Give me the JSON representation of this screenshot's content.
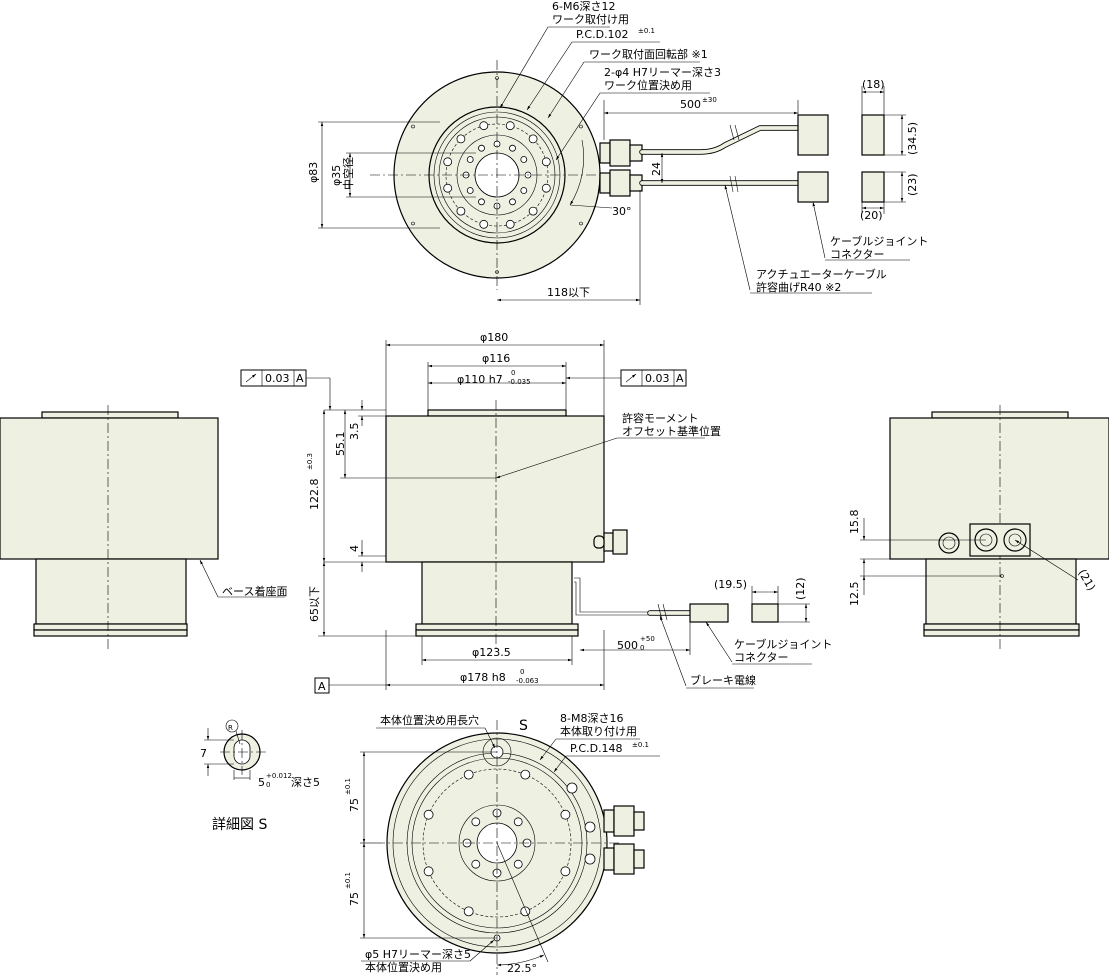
{
  "labels": {
    "top": {
      "m6": "6-M6深さ12",
      "m6_use": "ワーク取付け用",
      "pcd102": "P.C.D.102",
      "pcd102_tol": "±0.1",
      "rotating": "ワーク取付面回転部 ※1",
      "reamer4": "2-φ4 H7リーマー深さ3",
      "reamer4_use": "ワーク位置決め用",
      "cable500": "500",
      "cable500_tol": "±30",
      "d83": "φ83",
      "d35": "φ35",
      "hollow": "中空径",
      "dim24": "24",
      "angle30": "30°",
      "w18": "(18)",
      "h345": "(34.5)",
      "h23": "(23)",
      "w20": "(20)",
      "joint_connector_1": "ケーブルジョイント",
      "joint_connector_2": "コネクター",
      "actuator_cable_1": "アクチュエーターケーブル",
      "actuator_cable_2": "許容曲げR40 ※2",
      "len118": "118以下"
    },
    "front": {
      "d180": "φ180",
      "d116": "φ116",
      "d110": "φ110 h7",
      "d110_up": "0",
      "d110_lo": "-0.035",
      "tol_left_val": "0.03",
      "tol_left_ref": "A",
      "tol_right_val": "0.03",
      "tol_right_ref": "A",
      "moment_1": "許容モーメント",
      "moment_2": "オフセット基準位置",
      "dim35": "3.5",
      "dim551": "55.1",
      "dim1228": "122.8",
      "dim1228_tol": "±0.3",
      "dim4": "4",
      "dim65": "65以下",
      "base_face": "ベース着座面",
      "d1235": "φ123.5",
      "d178": "φ178 h8",
      "d178_up": "0",
      "d178_lo": "-0.063",
      "datum_a": "A",
      "brake500": "500",
      "brake500_up": "+50",
      "brake500_lo": "0",
      "w195": "(19.5)",
      "h12": "(12)",
      "joint_connector_1": "ケーブルジョイント",
      "joint_connector_2": "コネクター",
      "brake_wire": "ブレーキ電線"
    },
    "side": {
      "dim158": "15.8",
      "dim125": "12.5",
      "dim21": "(21)"
    },
    "bottom": {
      "slot": "本体位置決め用長穴",
      "s_mark": "S",
      "m8": "8-M8深さ16",
      "m8_use": "本体取り付け用",
      "pcd148": "P.C.D.148",
      "pcd148_tol": "±0.1",
      "dim75_a": "75",
      "dim75_a_tol": "±0.1",
      "dim75_b": "75",
      "dim75_b_tol": "±0.1",
      "reamer5": "φ5 H7リーマー深さ5",
      "reamer5_use": "本体位置決め用",
      "angle225": "22.5°"
    },
    "detail": {
      "r_mark": "R",
      "dim7": "7",
      "dim5": "5",
      "dim5_up": "+0.012",
      "dim5_lo": "0",
      "depth5": "深さ5",
      "title": "詳細図 S"
    }
  },
  "colors": {
    "body_fill": "#eef1e2",
    "line": "#000000",
    "background": "#ffffff"
  }
}
